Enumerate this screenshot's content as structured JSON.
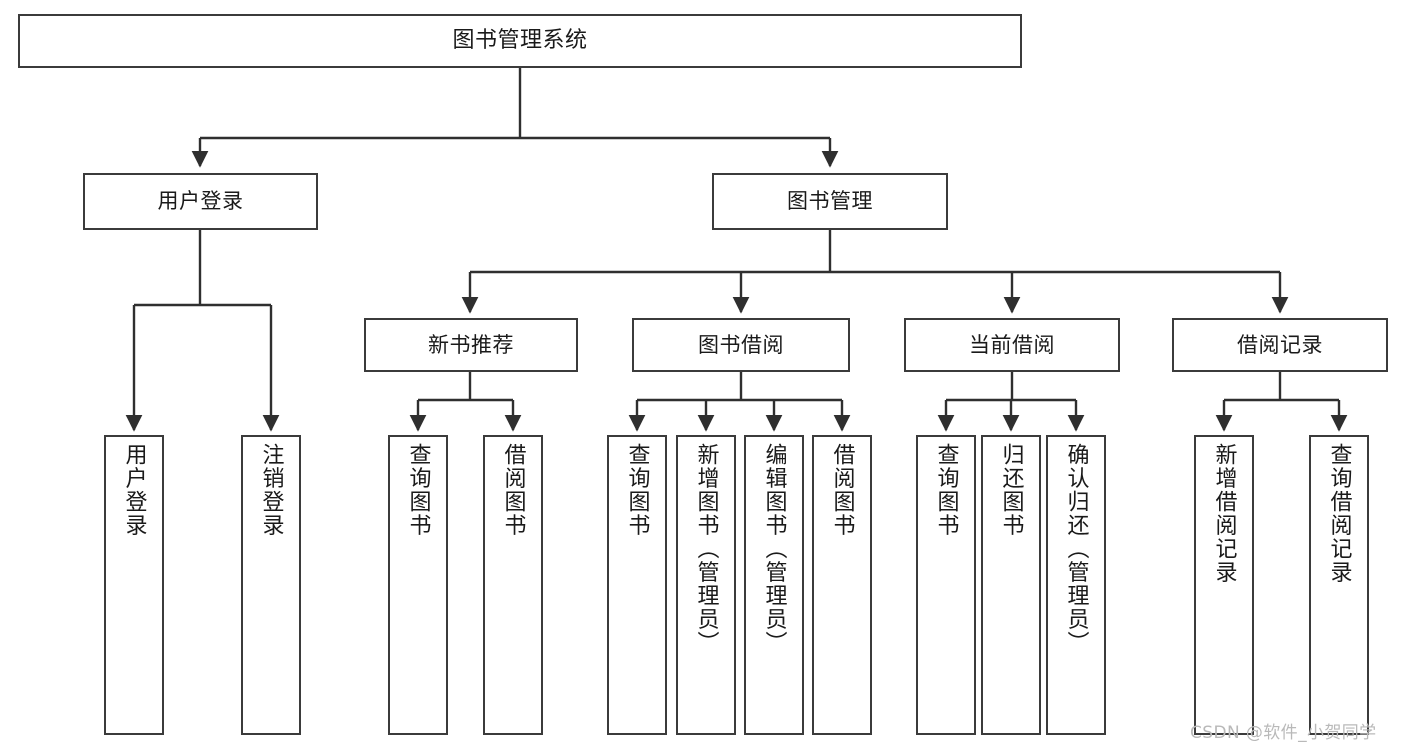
{
  "diagram": {
    "title": "图书管理系统",
    "type": "tree-hierarchy-chart",
    "watermark": "CSDN @软件_小贺同学",
    "levels": {
      "root": {
        "id": "root",
        "label": "图书管理系统"
      },
      "level1": [
        {
          "id": "user-login",
          "label": "用户登录"
        },
        {
          "id": "book-manage",
          "label": "图书管理"
        }
      ],
      "level2": [
        {
          "id": "new-book-recommend",
          "label": "新书推荐",
          "parent": "book-manage"
        },
        {
          "id": "book-borrow",
          "label": "图书借阅",
          "parent": "book-manage"
        },
        {
          "id": "current-borrow",
          "label": "当前借阅",
          "parent": "book-manage"
        },
        {
          "id": "borrow-record",
          "label": "借阅记录",
          "parent": "book-manage"
        }
      ],
      "leaves": {
        "user-login": [
          {
            "id": "leaf-user-login",
            "label": "用户登录"
          },
          {
            "id": "leaf-logout",
            "label": "注销登录"
          }
        ],
        "new-book-recommend": [
          {
            "id": "leaf-query-book-1",
            "label": "查询图书"
          },
          {
            "id": "leaf-borrow-book-1",
            "label": "借阅图书"
          }
        ],
        "book-borrow": [
          {
            "id": "leaf-query-book-2",
            "label": "查询图书"
          },
          {
            "id": "leaf-add-book",
            "label": "新增图书（管理员）"
          },
          {
            "id": "leaf-edit-book",
            "label": "编辑图书（管理员）"
          },
          {
            "id": "leaf-borrow-book-2",
            "label": "借阅图书"
          }
        ],
        "current-borrow": [
          {
            "id": "leaf-query-book-3",
            "label": "查询图书"
          },
          {
            "id": "leaf-return-book",
            "label": "归还图书"
          },
          {
            "id": "leaf-confirm-return",
            "label": "确认归还（管理员）"
          }
        ],
        "borrow-record": [
          {
            "id": "leaf-add-record",
            "label": "新增借阅记录"
          },
          {
            "id": "leaf-query-record",
            "label": "查询借阅记录"
          }
        ]
      }
    },
    "colors": {
      "border": "#3b3b3b",
      "background": "#ffffff",
      "text": "#1a1a1a",
      "connector": "#2f2f2f",
      "watermark": "#b9b9b9"
    }
  }
}
